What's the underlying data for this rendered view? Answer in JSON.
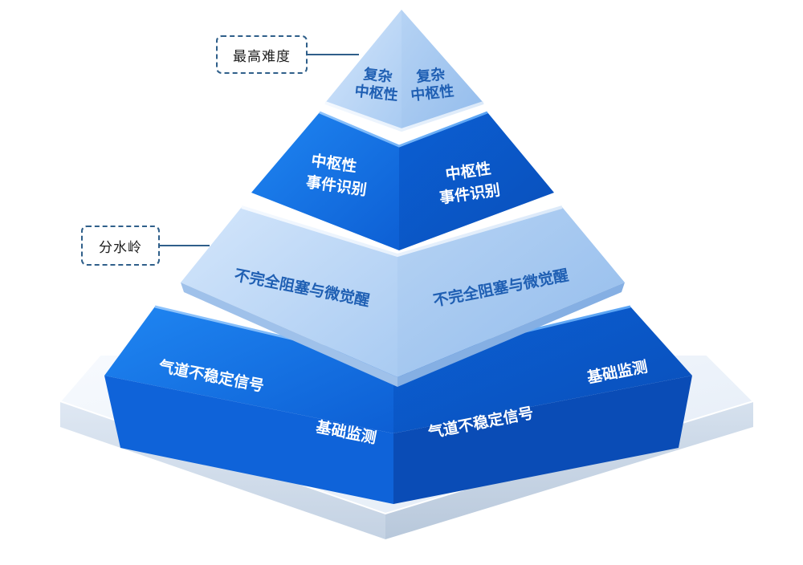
{
  "callouts": {
    "top": "最高难度",
    "watershed": "分水岭"
  },
  "tiers": {
    "apex": {
      "left_line1": "复杂",
      "left_line2": "中枢性",
      "right_line1": "复杂",
      "right_line2": "中枢性"
    },
    "second": {
      "left_line1": "中枢性",
      "left_line2": "事件识别",
      "right_line1": "中枢性",
      "right_line2": "事件识别"
    },
    "third": {
      "left": "不完全阻塞与微觉醒",
      "right": "不完全阻塞与微觉醒"
    },
    "base": {
      "left_signal": "气道不稳定信号",
      "left_title": "基础监测",
      "right_signal": "气道不稳定信号",
      "right_title": "基础监测"
    }
  },
  "colors": {
    "primary_blue": "#1672e0",
    "light_blue": "#b9d6f6",
    "label_blue": "#1f5fb3",
    "border_dark": "#2f5f8a"
  }
}
